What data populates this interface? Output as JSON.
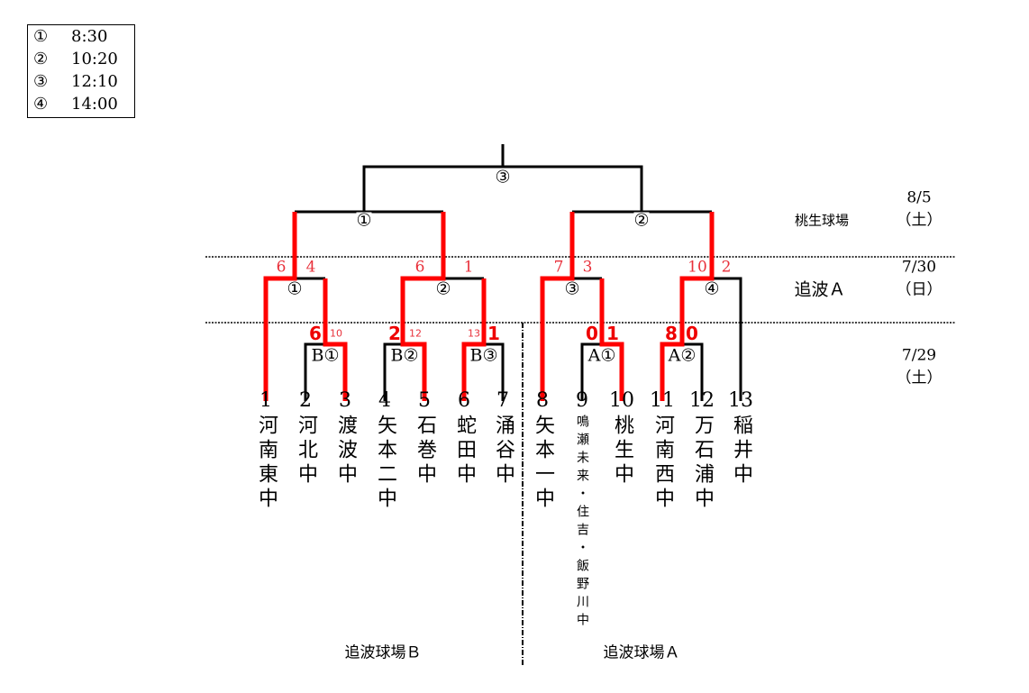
{
  "legend": [
    {
      "round": "①",
      "time": "8:30"
    },
    {
      "round": "②",
      "time": "10:20"
    },
    {
      "round": "③",
      "time": "12:10"
    },
    {
      "round": "④",
      "time": "14:00"
    }
  ],
  "colors": {
    "winner": "#ff0000",
    "line": "#000000"
  },
  "teams": [
    {
      "no": "1",
      "name": "河南東中"
    },
    {
      "no": "2",
      "name": "河北中"
    },
    {
      "no": "3",
      "name": "渡波中"
    },
    {
      "no": "4",
      "name": "矢本二中"
    },
    {
      "no": "5",
      "name": "石巻中"
    },
    {
      "no": "6",
      "name": "蛇田中"
    },
    {
      "no": "7",
      "name": "涌谷中"
    },
    {
      "no": "8",
      "name": "矢本一中"
    },
    {
      "no": "9",
      "name": "鳴瀬未来・住吉・飯野川中"
    },
    {
      "no": "10",
      "name": "桃生中"
    },
    {
      "no": "11",
      "name": "河南西中"
    },
    {
      "no": "12",
      "name": "万石浦中"
    },
    {
      "no": "13",
      "name": "稲井中"
    }
  ],
  "round1": [
    {
      "label": "B①",
      "left_score": "6",
      "right_score": "10"
    },
    {
      "label": "B②",
      "left_score": "2",
      "right_score": "12"
    },
    {
      "label": "B③",
      "left_score": "13",
      "right_score": "1"
    },
    {
      "label": "A①",
      "left_score": "0",
      "right_score": "1"
    },
    {
      "label": "A②",
      "left_score": "8",
      "right_score": "0"
    }
  ],
  "round2": [
    {
      "label": "①",
      "left_score": "6",
      "right_score": "4"
    },
    {
      "label": "②",
      "left_score": "6",
      "right_score": "1"
    },
    {
      "label": "③",
      "left_score": "7",
      "right_score": "3"
    },
    {
      "label": "④",
      "left_score": "10",
      "right_score": "2"
    }
  ],
  "semis": [
    {
      "label": "①"
    },
    {
      "label": "②"
    }
  ],
  "final": {
    "label": "③"
  },
  "schedule": [
    {
      "date": "8/5",
      "day": "（土）",
      "venue": "桃生球場"
    },
    {
      "date": "7/30",
      "day": "（日）",
      "venue": "追波Ａ"
    },
    {
      "date": "7/29",
      "day": "（土）"
    }
  ],
  "venues": {
    "left": "追波球場Ｂ",
    "right": "追波球場Ａ"
  }
}
